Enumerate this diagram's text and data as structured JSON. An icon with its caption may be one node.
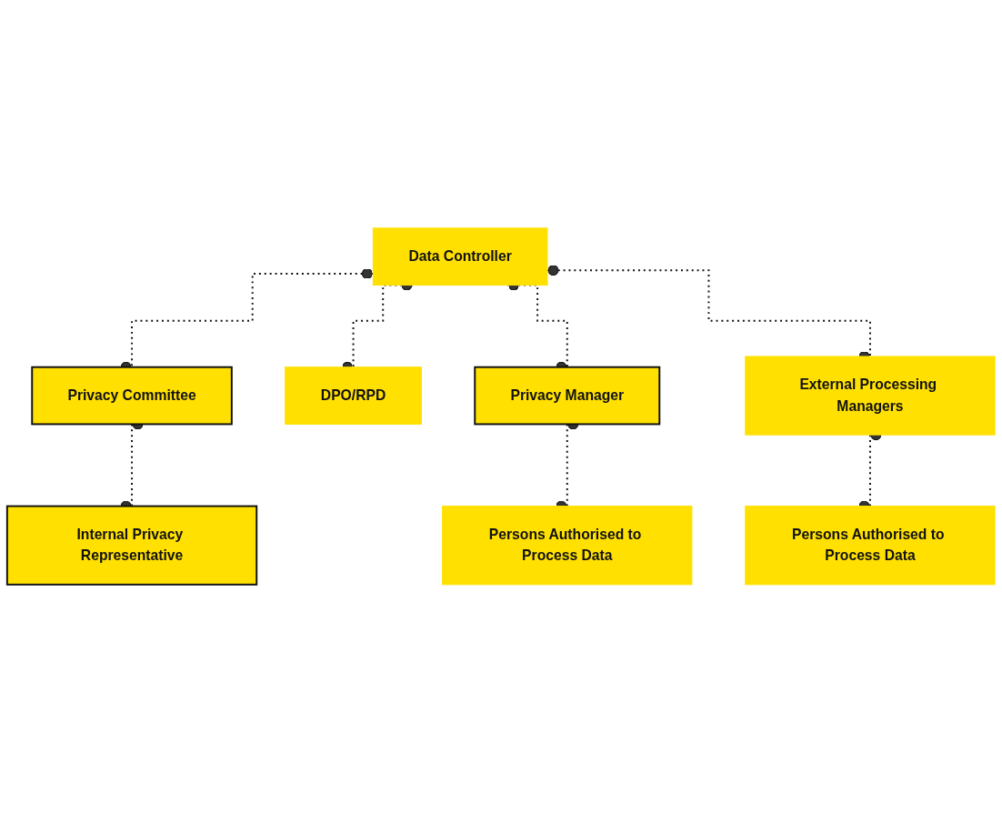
{
  "diagram": {
    "nodes": [
      {
        "text": [
          "Data Controller"
        ]
      },
      {
        "text": [
          "Privacy Committee"
        ]
      },
      {
        "text": [
          "DPO/RPD"
        ]
      },
      {
        "text": [
          "Internal Privacy Representative"
        ]
      },
      {
        "text": [
          "Privacy Manager"
        ]
      },
      {
        "text": [
          "External Processing Managers"
        ]
      },
      {
        "text": [
          "Persons Authorised to Process Data"
        ]
      },
      {
        "text": [
          "Persons Authorised to Process Data"
        ]
      }
    ],
    "edges": [
      {
        "from": 0,
        "to": 1,
        "arrow": "other",
        "style": "dashed"
      },
      {
        "from": 0,
        "to": 2,
        "arrow": "other",
        "style": "dashed"
      },
      {
        "from": 0,
        "to": 4,
        "arrow": "other",
        "style": "dashed"
      },
      {
        "from": 0,
        "to": 5,
        "arrow": "other",
        "style": "dashed"
      },
      {
        "from": 1,
        "to": 3,
        "arrow": "other",
        "style": "dashed"
      },
      {
        "from": 4,
        "to": 6,
        "arrow": "other",
        "style": "dashed"
      },
      {
        "from": 5,
        "to": 7,
        "arrow": "other",
        "style": "dashed"
      }
    ]
  }
}
